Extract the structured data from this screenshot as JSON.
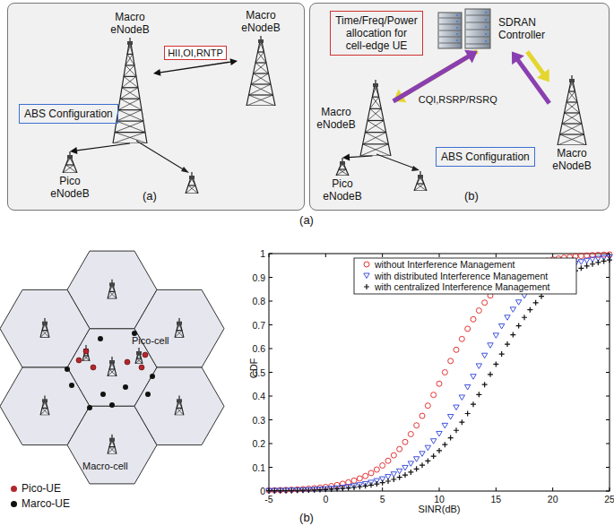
{
  "diagram": {
    "nodes": [
      {
        "text": [
          "(a)"
        ]
      },
      {
        "text": [
          "Macro eNodeB"
        ],
        "in": 0
      },
      {
        "text": [
          "Macro eNodeB"
        ],
        "in": 0
      },
      {
        "text": [
          "ABS Configuration"
        ],
        "in": 0
      },
      {
        "text": [
          "Pico eNodeB"
        ],
        "in": 0
      },
      {
        "text": [
          "(b)"
        ]
      },
      {
        "text": [
          "Time/Freq/Power allocation for cell-edge UE"
        ],
        "in": 5
      },
      {
        "text": [
          "SDRAN Controller"
        ],
        "in": 5
      },
      {
        "text": [
          "Macro eNodeB"
        ],
        "in": 5
      },
      {
        "text": [
          "Macro eNodeB"
        ],
        "in": 5
      },
      {
        "text": [
          "ABS Configuration"
        ],
        "in": 5
      },
      {
        "text": [
          "Pico eNodeB"
        ],
        "in": 5
      }
    ],
    "edges": [
      {
        "from": 1,
        "to": 2,
        "arrow": "both",
        "label": "HII,OI,RNTP"
      },
      {
        "from": 1,
        "to": 4,
        "arrow": "to"
      },
      {
        "from": 7,
        "to": 8,
        "arrow": "to"
      },
      {
        "from": 8,
        "to": 7,
        "arrow": "to",
        "label": "CQI,RSRP/RSRQ"
      },
      {
        "from": 9,
        "to": 7,
        "arrow": "to"
      },
      {
        "from": 7,
        "to": 9,
        "arrow": "to"
      },
      {
        "from": 8,
        "to": 11,
        "arrow": "to"
      }
    ],
    "labels": [
      "(a)",
      "Pico-cell",
      "Macro-cell",
      "CDF",
      "0",
      "0.1",
      "0.2",
      "0.3",
      "0.4",
      "0.5",
      "0.6",
      "0.7",
      "0.8",
      "0.9",
      "1",
      "-5",
      "0",
      "5",
      "10",
      "15",
      "20",
      "25",
      "SINR(dB)",
      "(b)"
    ],
    "legend": [
      {
        "text": "Pico-UE",
        "color": "#b3262e"
      },
      {
        "text": "Marco-UE",
        "color": "#111111"
      },
      {
        "text": "without Interference Management"
      },
      {
        "text": "with distributed Interference Management"
      },
      {
        "text": "with centralized Interference Management"
      }
    ]
  }
}
